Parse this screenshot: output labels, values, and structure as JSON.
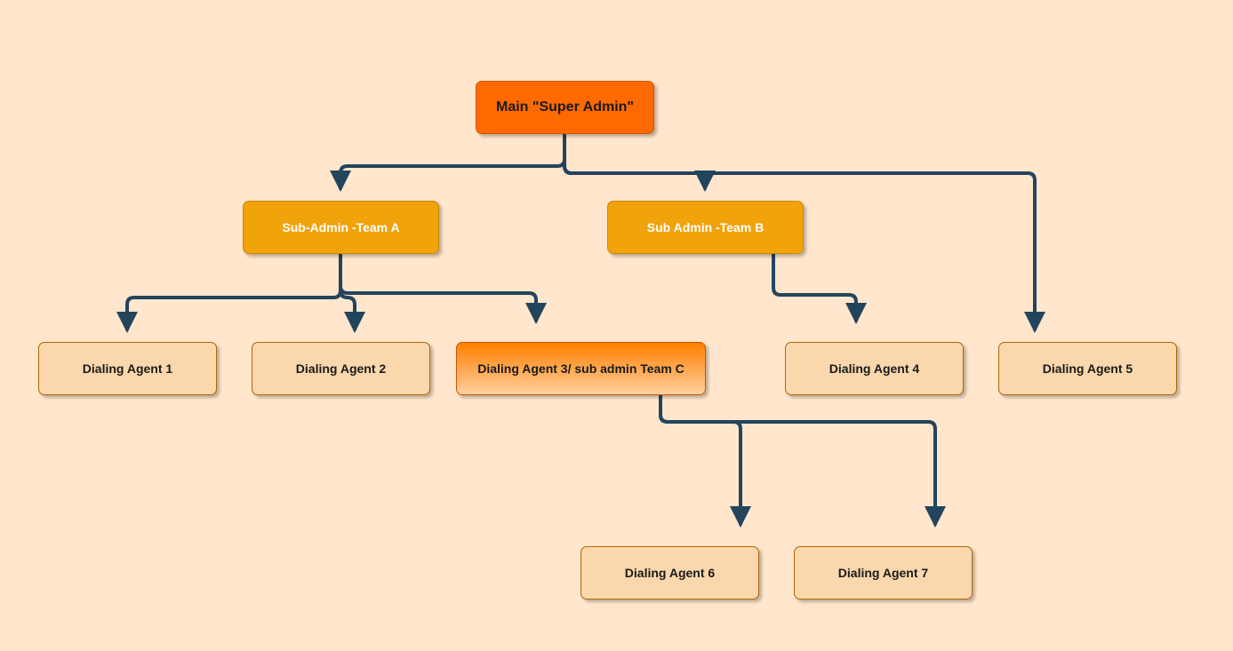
{
  "colors": {
    "background": "#ffe6cc",
    "root_fill": "#ff6a00",
    "subadmin_fill": "#f0a30a",
    "agent_fill": "#fad7ac",
    "hybrid_gradient_top": "#ff7f00",
    "connector": "#23445d"
  },
  "nodes": {
    "super_admin": "Main \"Super Admin\"",
    "sub_admin_a": "Sub-Admin -Team A",
    "sub_admin_b": "Sub Admin -Team B",
    "agent_1": "Dialing Agent  1",
    "agent_2": "Dialing Agent 2",
    "agent_3": "Dialing Agent 3/ sub admin Team C",
    "agent_4": "Dialing Agent 4",
    "agent_5": "Dialing Agent 5",
    "agent_6": "Dialing Agent 6",
    "agent_7": "Dialing Agent 7"
  },
  "edges": [
    {
      "from": "super_admin",
      "to": "sub_admin_a"
    },
    {
      "from": "super_admin",
      "to": "sub_admin_b"
    },
    {
      "from": "super_admin",
      "to": "agent_5"
    },
    {
      "from": "sub_admin_a",
      "to": "agent_1"
    },
    {
      "from": "sub_admin_a",
      "to": "agent_2"
    },
    {
      "from": "sub_admin_a",
      "to": "agent_3"
    },
    {
      "from": "sub_admin_b",
      "to": "agent_4"
    },
    {
      "from": "agent_3",
      "to": "agent_6"
    },
    {
      "from": "agent_3",
      "to": "agent_7"
    }
  ]
}
